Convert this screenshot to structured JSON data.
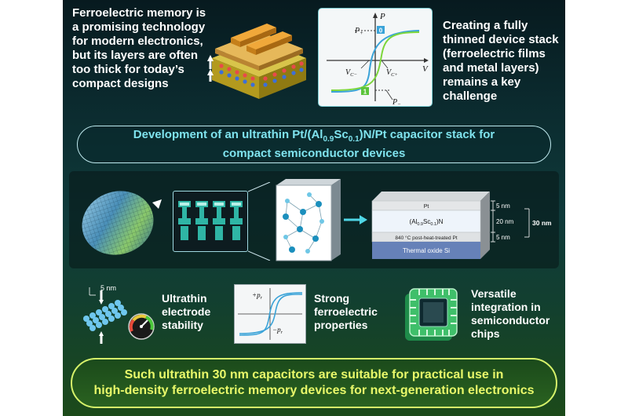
{
  "top": {
    "left_text": [
      "Ferroelectric memory is",
      "a promising technology",
      "for modern electronics,",
      "but its layers are often",
      "too thick for today’s",
      "compact designs"
    ],
    "right_text": [
      "Creating a fully",
      "thinned device stack",
      "(ferroelectric films",
      "and metal layers)",
      "remains a key",
      "challenge"
    ],
    "hysteresis": {
      "axis_p": "P",
      "axis_v": "V",
      "p_plus": "P",
      "p_plus_sub": "+",
      "p_minus": "P",
      "p_minus_sub": "−",
      "vc_minus": "V",
      "vc_minus_sub": "C−",
      "vc_plus": "V",
      "vc_plus_sub": "C+",
      "marker_top": "0",
      "marker_bottom": "1"
    }
  },
  "title": {
    "line1_pre": "Development of an ultrathin Pt/(Al",
    "line1_sub1": "0.9",
    "line1_mid": "Sc",
    "line1_sub2": "0.1",
    "line1_post": ")N/Pt capacitor stack for",
    "line2": "compact semiconductor devices"
  },
  "stack": {
    "layer_top": "Pt",
    "layer_mid_pre": "(Al",
    "layer_mid_sub1": "0.9",
    "layer_mid_mid": "Sc",
    "layer_mid_sub2": "0.1",
    "layer_mid_post": ")N",
    "layer_bottom": "840 °C post-heat-treated Pt",
    "substrate": "Thermal oxide Si",
    "thk_top": "5 nm",
    "thk_mid": "20 nm",
    "thk_bottom": "5 nm",
    "thk_total": "30 nm"
  },
  "features": {
    "electrode": {
      "dim_label": "5 nm",
      "text": [
        "Ultrathin",
        "electrode",
        "stability"
      ]
    },
    "ferro": {
      "p_plus": "+p",
      "p_plus_sub": "r",
      "p_minus": "−p",
      "p_minus_sub": "r",
      "text": [
        "Strong",
        "ferroelectric",
        "properties"
      ]
    },
    "integration": {
      "text": [
        "Versatile",
        "integration in",
        "semiconductor",
        "chips"
      ]
    }
  },
  "conclusion": {
    "line1": "Such ultrathin 30 nm capacitors are suitable for practical use in",
    "line2": "high-density ferroelectric memory devices for next-generation electronics"
  },
  "colors": {
    "accent_cyan": "#7fe3ee",
    "accent_lime": "#e9f96a",
    "substrate_blue": "#5f7bb4",
    "gold": "#e0a53a"
  }
}
